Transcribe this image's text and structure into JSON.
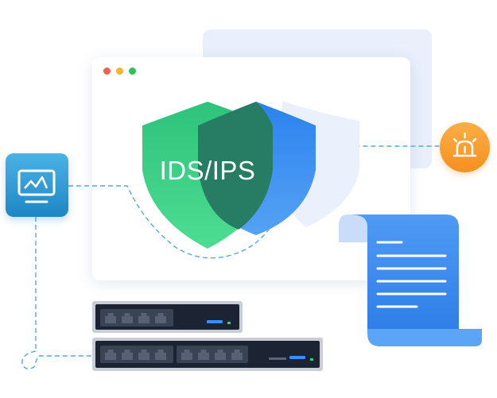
{
  "shield": {
    "label": "IDS/IPS"
  },
  "colors": {
    "green_shield": "#3ccf83",
    "blue_shield": "#3c8ef0",
    "overlap": "#267d63",
    "connector": "#53a8d8",
    "alarm": "#f7a035",
    "log_document": "#3f8ff2"
  },
  "icons": {
    "window_controls": [
      "close-dot",
      "minimize-dot",
      "maximize-dot"
    ],
    "monitor": "monitor-icon",
    "alarm": "siren-icon",
    "document": "log-document-icon",
    "hardware": "network-switch"
  },
  "switches": [
    {
      "port_groups": 1,
      "ports_per_group": 4
    },
    {
      "port_groups": 2,
      "ports_per_group": 4
    }
  ],
  "document": {
    "text_lines": 6
  }
}
